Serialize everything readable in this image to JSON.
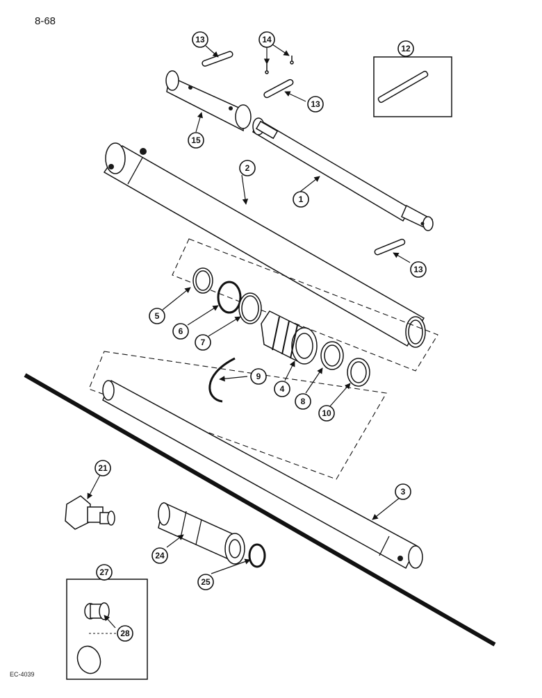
{
  "page": {
    "number": "8-68",
    "figure_code": "EC-4039"
  },
  "callouts": {
    "c1": "1",
    "c2": "2",
    "c3": "3",
    "c4": "4",
    "c5": "5",
    "c6": "6",
    "c7": "7",
    "c8": "8",
    "c9": "9",
    "c10": "10",
    "c12": "12",
    "c13a": "13",
    "c13b": "13",
    "c13c": "13",
    "c14": "14",
    "c15": "15",
    "c21": "21",
    "c24": "24",
    "c25": "25",
    "c27": "27",
    "c28": "28"
  },
  "colors": {
    "ink": "#111111",
    "paper": "#ffffff"
  }
}
